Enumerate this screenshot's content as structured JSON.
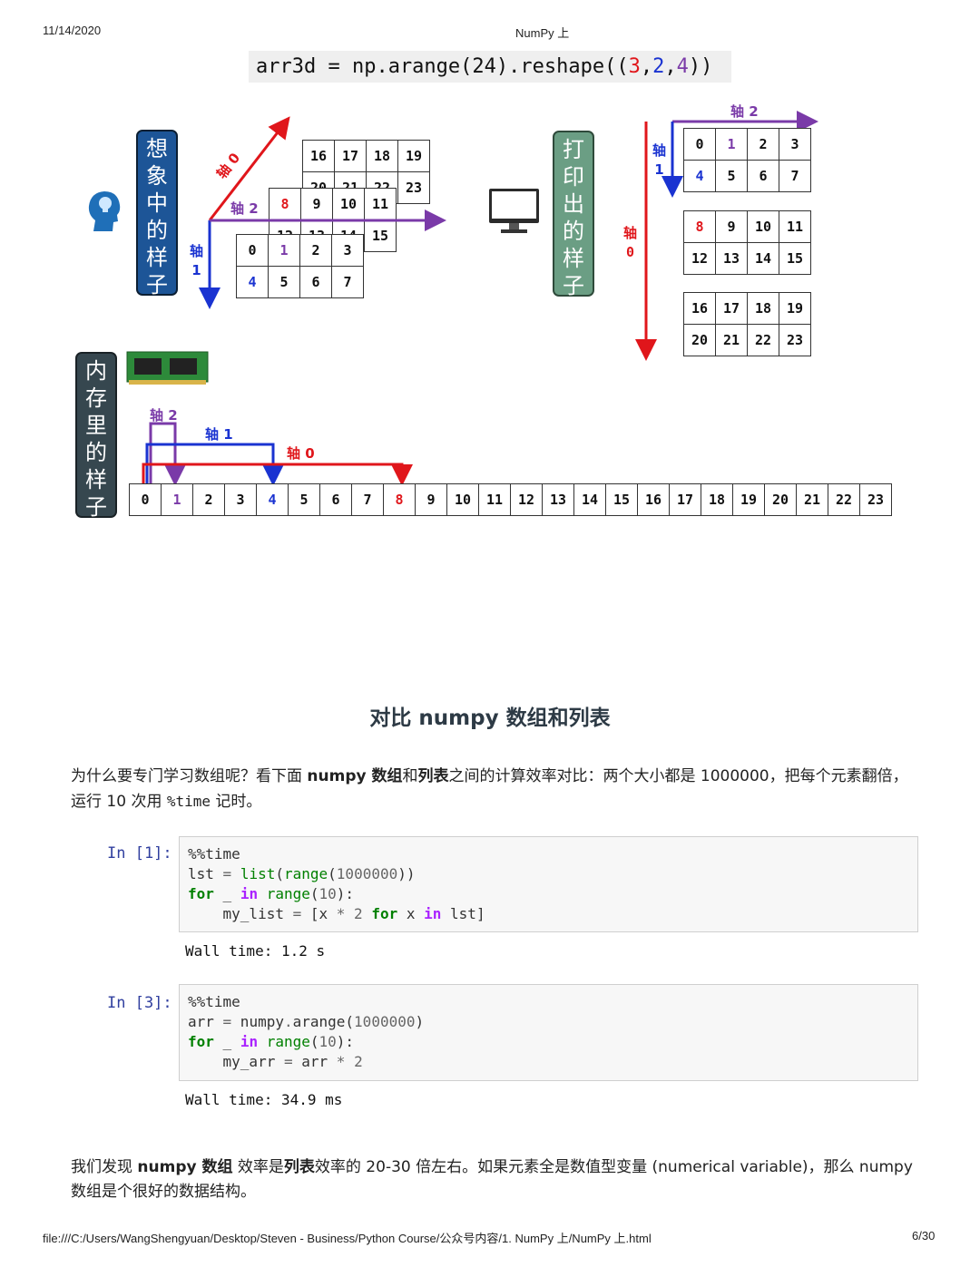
{
  "header": {
    "date": "11/14/2020",
    "title": "NumPy 上"
  },
  "footer": {
    "path": "file:///C:/Users/WangShengyuan/Desktop/Steven - Business/Python Course/公众号内容/1. NumPy 上/NumPy 上.html",
    "page": "6/30"
  },
  "diagram": {
    "code_prefix": "arr3d = np.arange(24).reshape((",
    "shape": [
      "3",
      "2",
      "4"
    ],
    "code_suffix": "))",
    "imagined_label": [
      "想",
      "象",
      "中",
      "的",
      "样",
      "子"
    ],
    "printed_label": [
      "打",
      "印",
      "出",
      "的",
      "样",
      "子"
    ],
    "memory_label": [
      "内",
      "存",
      "里",
      "的",
      "样",
      "子"
    ],
    "axis0": "轴 0",
    "axis1_top": "轴",
    "axis1_num": "1",
    "axis2": "轴 2",
    "axis1": "轴 1",
    "axis0_vertical": [
      "轴",
      "0"
    ],
    "block0": [
      [
        "0",
        "1",
        "2",
        "3"
      ],
      [
        "4",
        "5",
        "6",
        "7"
      ]
    ],
    "block1": [
      [
        "8",
        "9",
        "10",
        "11"
      ],
      [
        "12",
        "13",
        "14",
        "15"
      ]
    ],
    "block2": [
      [
        "16",
        "17",
        "18",
        "19"
      ],
      [
        "20",
        "21",
        "22",
        "23"
      ]
    ],
    "memory": [
      "0",
      "1",
      "2",
      "3",
      "4",
      "5",
      "6",
      "7",
      "8",
      "9",
      "10",
      "11",
      "12",
      "13",
      "14",
      "15",
      "16",
      "17",
      "18",
      "19",
      "20",
      "21",
      "22",
      "23"
    ],
    "colors": {
      "axis0": "#e0161b",
      "axis1": "#1a33d1",
      "axis2": "#7a3aa8"
    }
  },
  "section": {
    "title": "对比 numpy 数组和列表"
  },
  "intro": {
    "t1": "为什么要专门学习数组呢？看下面 ",
    "b1": "numpy 数组",
    "t2": "和",
    "b2": "列表",
    "t3": "之间的计算效率对比：两个大小都是 1000000，把每个元素翻倍，运行 10 次用 ",
    "code": "%time",
    "t4": " 记时。"
  },
  "cells": [
    {
      "prompt": "In [1]:",
      "output": "Wall time: 1.2 s"
    },
    {
      "prompt": "In [3]:",
      "output": "Wall time: 34.9 ms"
    }
  ],
  "conclusion": {
    "t1": "我们发现 ",
    "b1": "numpy 数组",
    "t2": " 效率是",
    "b2": "列表",
    "t3": "效率的 20-30 倍左右。如果元素全是数值型变量 (numerical variable)，那么 numpy 数组是个很好的数据结构。"
  }
}
